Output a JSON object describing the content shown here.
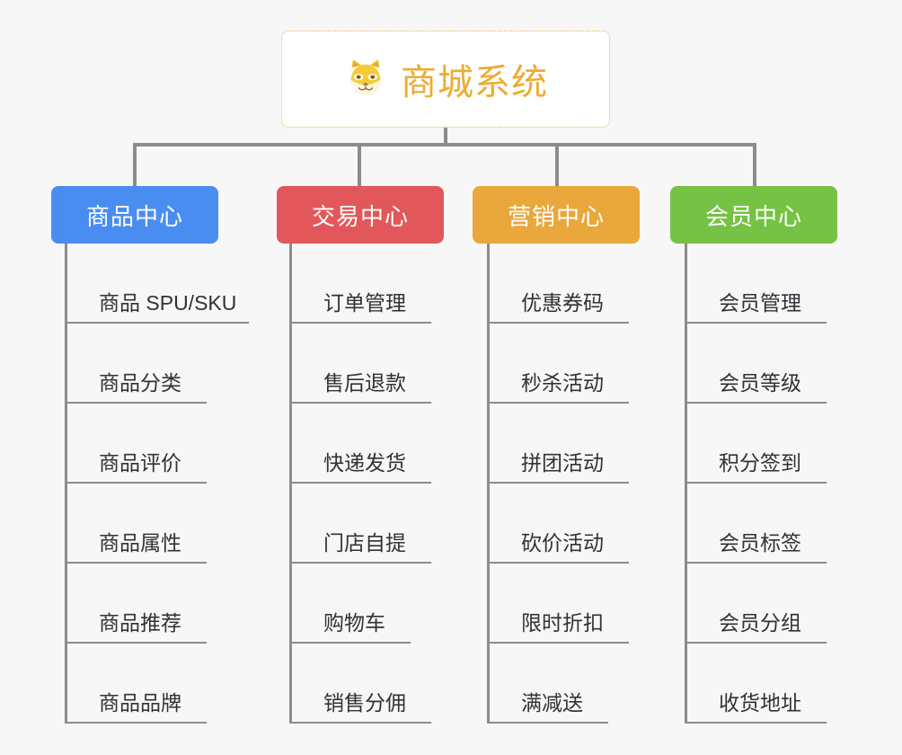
{
  "root": {
    "title": "商城系统",
    "emoji": "🐕",
    "emoji_name": "shiba-dog-emoji",
    "border_color": "#eab54d",
    "text_color": "#edac32"
  },
  "colors": {
    "background": "#f7f7f7",
    "connector": "#8c8c8c",
    "leaf_text": "#2f3337"
  },
  "columns": [
    {
      "title": "商品中心",
      "color": "#4a8df0",
      "items": [
        "商品 SPU/SKU",
        "商品分类",
        "商品评价",
        "商品属性",
        "商品推荐",
        "商品品牌"
      ]
    },
    {
      "title": "交易中心",
      "color": "#e2585a",
      "items": [
        "订单管理",
        "售后退款",
        "快递发货",
        "门店自提",
        "购物车",
        "销售分佣"
      ]
    },
    {
      "title": "营销中心",
      "color": "#eaa73c",
      "items": [
        "优惠券码",
        "秒杀活动",
        "拼团活动",
        "砍价活动",
        "限时折扣",
        "满减送"
      ]
    },
    {
      "title": "会员中心",
      "color": "#76c244",
      "items": [
        "会员管理",
        "会员等级",
        "积分签到",
        "会员标签",
        "会员分组",
        "收货地址"
      ]
    }
  ]
}
